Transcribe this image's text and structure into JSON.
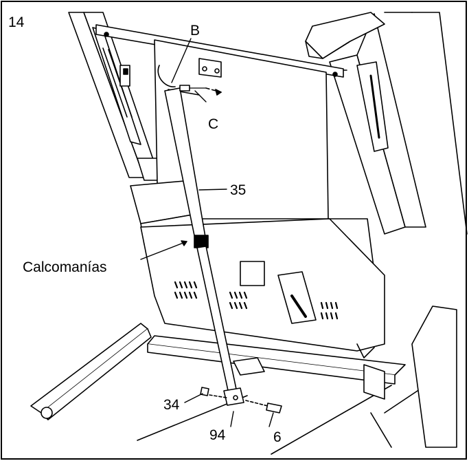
{
  "step": {
    "number": "14"
  },
  "callouts": {
    "b": "B",
    "c": "C",
    "part_35": "35",
    "decals": "Calcomanías",
    "part_34": "34",
    "part_94": "94",
    "part_6": "6"
  },
  "colors": {
    "line": "#000000",
    "background": "#ffffff",
    "shade": "#d9d9d9"
  }
}
